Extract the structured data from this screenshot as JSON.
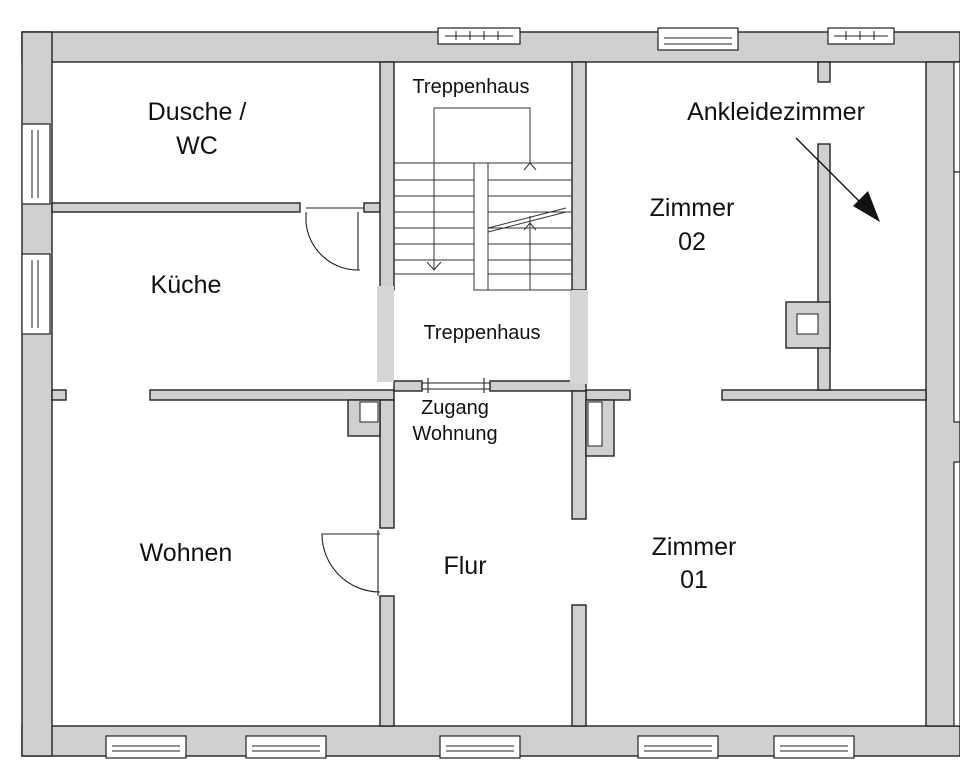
{
  "plan": {
    "rooms": {
      "dusche_wc_line1": "Dusche /",
      "dusche_wc_line2": "WC",
      "kueche": "Küche",
      "wohnen": "Wohnen",
      "flur": "Flur",
      "treppenhaus_upper": "Treppenhaus",
      "treppenhaus_lower": "Treppenhaus",
      "zugang_line1": "Zugang",
      "zugang_line2": "Wohnung",
      "zimmer01_line1": "Zimmer",
      "zimmer01_line2": "01",
      "zimmer02_line1": "Zimmer",
      "zimmer02_line2": "02",
      "ankleidezimmer": "Ankleidezimmer"
    },
    "colors": {
      "wall_fill": "#d0d0d0",
      "line": "#222222",
      "background": "#ffffff"
    }
  }
}
